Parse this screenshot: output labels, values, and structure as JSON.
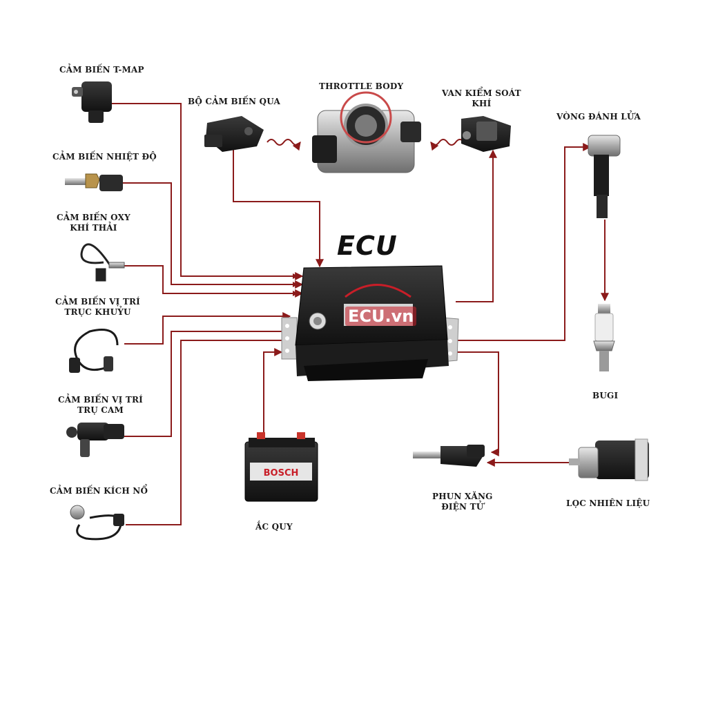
{
  "diagram": {
    "center_title": "ECU",
    "watermark_text": "ECU.vn",
    "battery_brand": "BOSCH",
    "wire_color": "#8b1a1a",
    "labels": {
      "t_map": "CẢM BIẾN T-MAP",
      "temperature": "CẢM BIẾN NHIỆT ĐỘ",
      "oxygen_line1": "CẢM BIẾN OXY",
      "oxygen_line2": "KHÍ THẢI",
      "crankshaft_line1": "CẢM BIẾN VỊ TRÍ",
      "crankshaft_line2": "TRỤC KHUỶU",
      "camshaft_line1": "CẢM BIẾN VỊ TRÍ",
      "camshaft_line2": "TRỤ CAM",
      "knock": "CẢM BIẾN KÍCH NỔ",
      "throttle_position": "BỘ CẢM BIẾN QUA",
      "throttle_body": "THROTTLE BODY",
      "idle_valve_line1": "VAN KIỂM SOÁT",
      "idle_valve_line2": "KHÍ",
      "ignition_coil": "VÒNG ĐÁNH LỬA",
      "spark_plug": "BUGI",
      "battery": "ẮC QUY",
      "injector_line1": "PHUN XĂNG",
      "injector_line2": "ĐIỆN TỬ",
      "fuel_filter": "LỌC NHIÊN LIỆU"
    }
  }
}
